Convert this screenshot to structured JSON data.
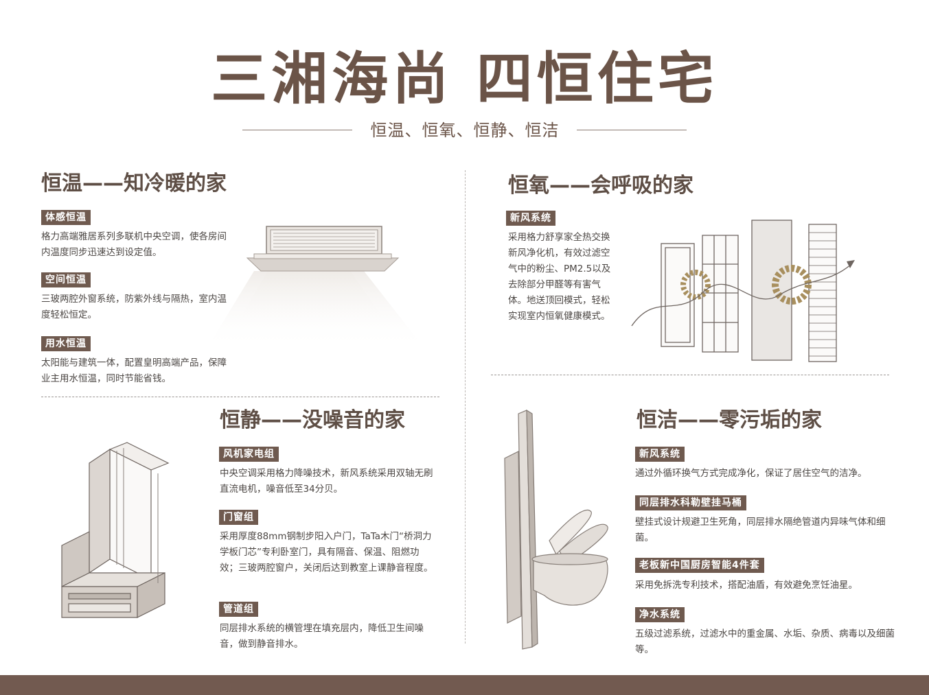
{
  "header": {
    "title": "三湘海尚 四恒住宅",
    "subtitle": "恒温、恒氧、恒静、恒洁"
  },
  "sections": {
    "temp": {
      "title": "恒温——知冷暖的家",
      "items": [
        {
          "tag": "体感恒温",
          "desc": "格力高端雅居系列多联机中央空调，使各房间内温度同步迅速达到设定值。"
        },
        {
          "tag": "空间恒温",
          "desc": "三玻两腔外窗系统，防紫外线与隔热，室内温度轻松恒定。"
        },
        {
          "tag": "用水恒温",
          "desc": "太阳能与建筑一体，配置皇明高端产品，保障业主用水恒温，同时节能省钱。"
        }
      ]
    },
    "oxygen": {
      "title": "恒氧——会呼吸的家",
      "items": [
        {
          "tag": "新风系统",
          "desc": "采用格力舒享家全热交换新风净化机，有效过滤空气中的粉尘、PM2.5以及去除部分甲醛等有害气体。地送顶回模式，轻松实现室内恒氧健康模式。"
        }
      ]
    },
    "quiet": {
      "title": "恒静——没噪音的家",
      "items": [
        {
          "tag": "风机家电组",
          "desc": "中央空调采用格力降噪技术，新风系统采用双轴无刷直流电机，噪音低至34分贝。"
        },
        {
          "tag": "门窗组",
          "desc": "采用厚度88mm钢制步阳入户门，TaTa木门“桥洞力学板门芯”专利卧室门，具有隔音、保温、阻燃功效；三玻两腔窗户，关闭后达到教室上课静音程度。"
        },
        {
          "tag": "管道组",
          "desc": "同层排水系统的横管埋在填充层内，降低卫生间噪音，做到静音排水。"
        }
      ]
    },
    "clean": {
      "title": "恒洁——零污垢的家",
      "items": [
        {
          "tag": "新风系统",
          "desc": "通过外循环换气方式完成净化，保证了居住空气的洁净。"
        },
        {
          "tag": "同层排水科勒壁挂马桶",
          "desc": "壁挂式设计规避卫生死角，同层排水隔绝管道内异味气体和细菌。"
        },
        {
          "tag": "老板新中国厨房智能4件套",
          "desc": "采用免拆洗专利技术，搭配油盾，有效避免烹饪油星。"
        },
        {
          "tag": "净水系统",
          "desc": "五级过滤系统，过滤水中的重金属、水垢、杂质、病毒以及细菌等。"
        }
      ]
    }
  },
  "icons": {
    "ac": "air-conditioner-illustration",
    "window": "window-layers-illustration",
    "frame": "window-frame-section-illustration",
    "toilet": "wall-hung-toilet-illustration"
  },
  "colors": {
    "brand": "#6b5448",
    "tag_bg": "#6f5a4f",
    "footer": "#725a50",
    "accent_ring": "#a88f5e"
  }
}
